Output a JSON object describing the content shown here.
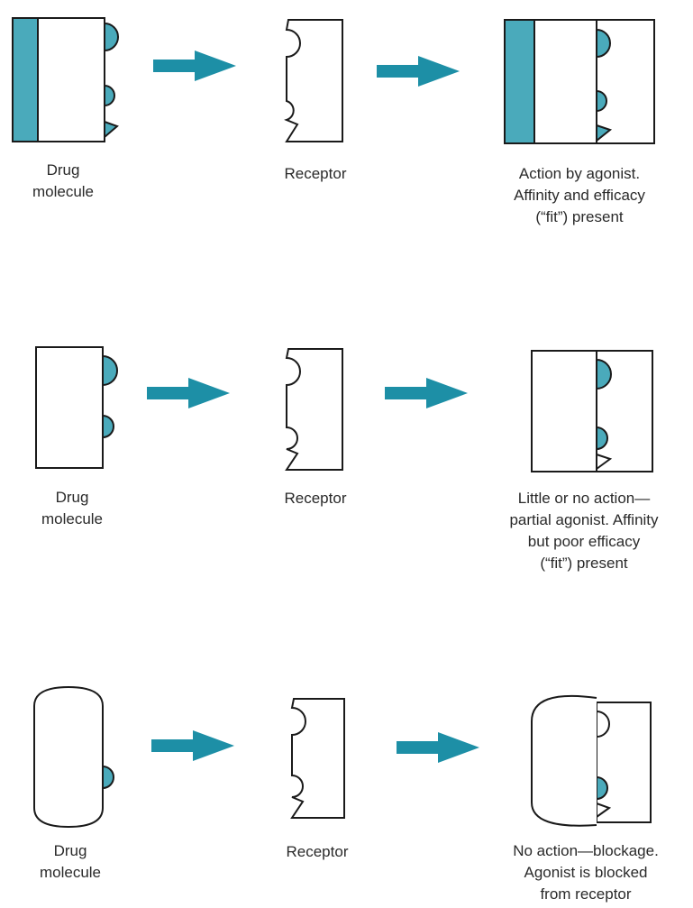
{
  "colors": {
    "accent": "#4aaabb",
    "arrow": "#1d8fa6",
    "stroke": "#1a1a1a"
  },
  "rows": [
    {
      "drug_label": [
        "Drug",
        "molecule"
      ],
      "receptor_label": [
        "Receptor"
      ],
      "result_label": [
        "Action by agonist.",
        "Affinity and efficacy",
        "(“fit”) present"
      ]
    },
    {
      "drug_label": [
        "Drug",
        "molecule"
      ],
      "receptor_label": [
        "Receptor"
      ],
      "result_label": [
        "Little or no action—",
        "partial agonist. Affinity",
        "but poor efficacy",
        "(“fit”) present"
      ]
    },
    {
      "drug_label": [
        "Drug",
        "molecule"
      ],
      "receptor_label": [
        "Receptor"
      ],
      "result_label": [
        "No action—blockage.",
        "Agonist is blocked",
        "from receptor"
      ]
    }
  ]
}
